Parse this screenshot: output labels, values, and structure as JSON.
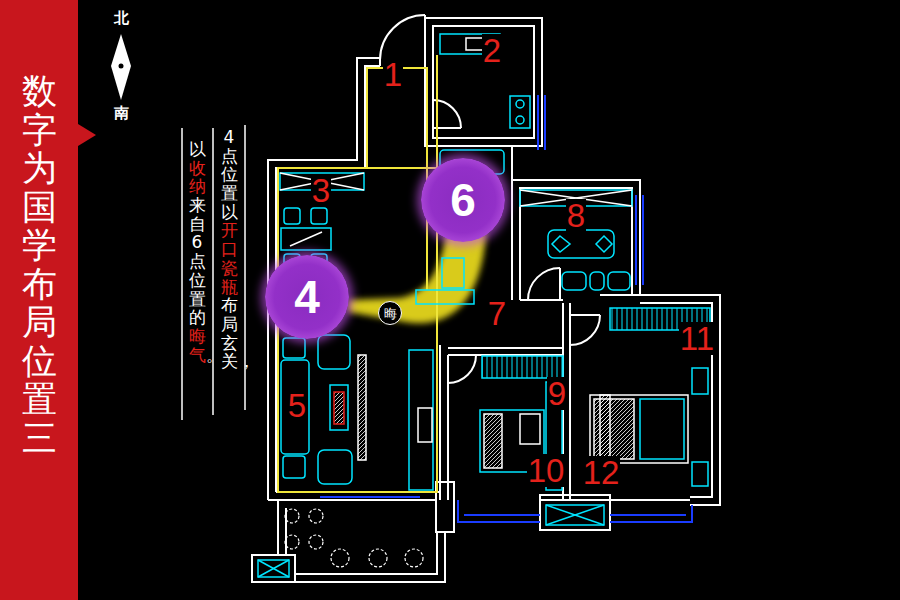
{
  "diagram": {
    "nodes": [
      {
        "text": [
          "数字为国学布局位置三"
        ]
      },
      {
        "text": [
          "6"
        ]
      },
      {
        "text": [
          "4"
        ]
      },
      {
        "text": [
          "晦"
        ]
      }
    ],
    "labels": [
      "北",
      "南",
      "4点位置以开口瓷瓶布局玄关，",
      "以收纳来自6点位置的晦气。",
      "1",
      "2",
      "3",
      "5",
      "7",
      "8",
      "9",
      "10",
      "11",
      "12"
    ]
  }
}
